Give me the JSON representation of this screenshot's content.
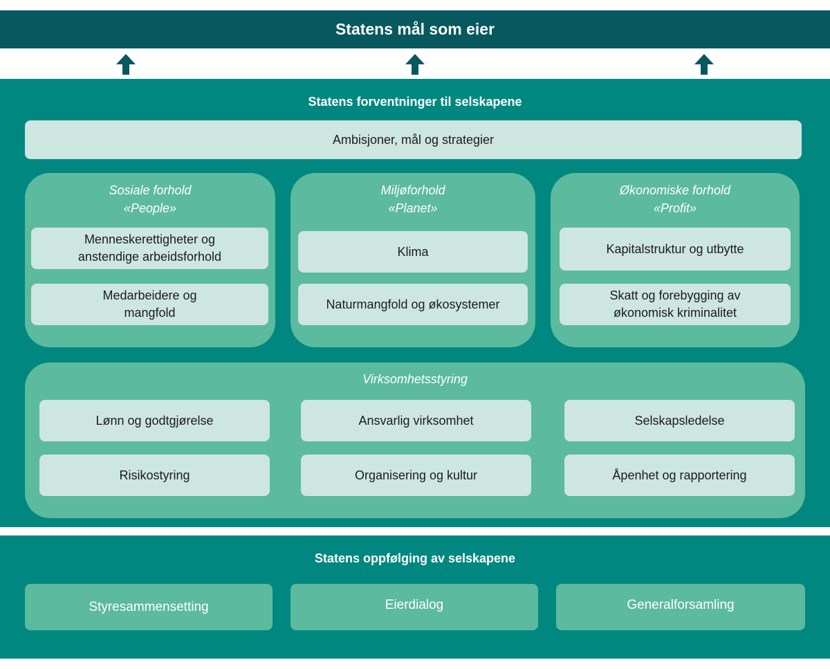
{
  "header": {
    "title": "Statens mål som eier"
  },
  "arrows": [
    {
      "icon": "arrow-up-icon"
    },
    {
      "icon": "arrow-up-icon"
    },
    {
      "icon": "arrow-up-icon"
    }
  ],
  "expectations": {
    "title": "Statens forventninger til selskapene",
    "ambitions": "Ambisjoner, mål og strategier",
    "groups": [
      {
        "title_line1": "Sosiale forhold",
        "title_line2": "«People»",
        "items": [
          "Menneskerettigheter og anstendige arbeidsforhold",
          "Medarbeidere og mangfold"
        ]
      },
      {
        "title_line1": "Miljøforhold",
        "title_line2": "«Planet»",
        "items": [
          "Klima",
          "Naturmangfold og økosystemer"
        ]
      },
      {
        "title_line1": "Økonomiske forhold",
        "title_line2": "«Profit»",
        "items": [
          "Kapitalstruktur og utbytte",
          "Skatt og forebygging av økonomisk kriminalitet"
        ]
      }
    ],
    "governance": {
      "title": "Virksomhetsstyring",
      "items": [
        "Lønn og godtgjørelse",
        "Ansvarlig virksomhet",
        "Selskapsledelse",
        "Risikostyring",
        "Organisering og kultur",
        "Åpenhet og rapportering"
      ]
    }
  },
  "followup": {
    "title": "Statens oppfølging av selskapene",
    "items": [
      "Styresammensetting",
      "Eierdialog",
      "Generalforsamling"
    ]
  },
  "colors": {
    "dark_teal": "#08585f",
    "teal": "#008880",
    "mint": "#5cba9e",
    "light": "#cde6e2"
  }
}
